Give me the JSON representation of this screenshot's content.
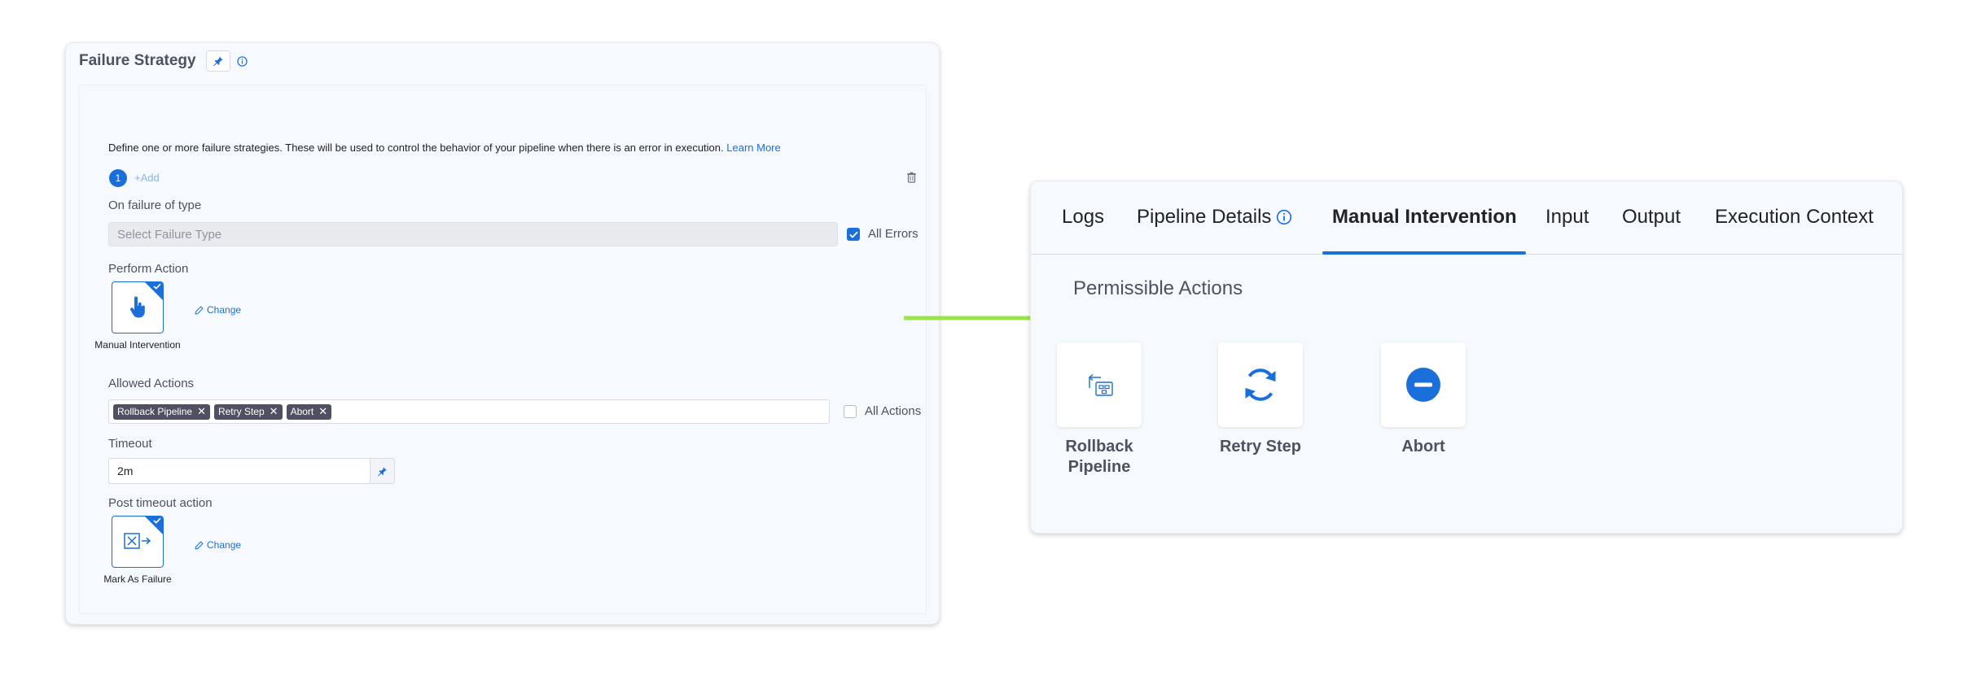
{
  "failure_strategy": {
    "title": "Failure Strategy",
    "description": "Define one or more failure strategies. These will be used to control the behavior of your pipeline when there is an error in execution.",
    "learn_more": "Learn More",
    "step_number": "1",
    "add_label": "+Add",
    "on_failure_label": "On failure of type",
    "failure_type_placeholder": "Select Failure Type",
    "all_errors_label": "All Errors",
    "all_errors_checked": true,
    "perform_action_label": "Perform Action",
    "perform_action_value": "Manual Intervention",
    "change_label": "Change",
    "allowed_actions_label": "Allowed Actions",
    "allowed_actions": [
      "Rollback Pipeline",
      "Retry Step",
      "Abort"
    ],
    "all_actions_label": "All Actions",
    "all_actions_checked": false,
    "timeout_label": "Timeout",
    "timeout_value": "2m",
    "post_timeout_label": "Post timeout action",
    "post_timeout_value": "Mark As Failure"
  },
  "execution": {
    "tabs": [
      {
        "label": "Logs",
        "active": false
      },
      {
        "label": "Pipeline Details",
        "active": false,
        "icon": "info-icon"
      },
      {
        "label": "Manual Intervention",
        "active": true
      },
      {
        "label": "Input",
        "active": false
      },
      {
        "label": "Output",
        "active": false
      },
      {
        "label": "Execution Context",
        "active": false
      }
    ],
    "permissible_title": "Permissible Actions",
    "actions": [
      {
        "label": "Rollback Pipeline",
        "icon": "rollback-icon"
      },
      {
        "label": "Retry Step",
        "icon": "retry-icon"
      },
      {
        "label": "Abort",
        "icon": "abort-icon"
      }
    ]
  },
  "colors": {
    "accent": "#1b6fdb",
    "arrow": "#9be34b",
    "panel_bg": "#f6f9fd",
    "tag_bg": "#4f5162"
  }
}
